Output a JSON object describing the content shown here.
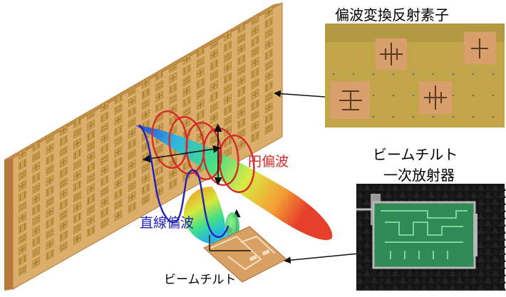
{
  "labels": {
    "reflector_element": "偏波変換反射素子",
    "primary_radiator_line1": "ビームチルト",
    "primary_radiator_line2": "一次放射器",
    "circular_polarization": "円偏波",
    "linear_polarization": "直線偏波",
    "beam_tilt": "ビームチルト"
  },
  "colors": {
    "panel": "#d9a866",
    "panel_cell": "#caa04e",
    "red_label": "#d42a2a",
    "blue_label": "#2222bb",
    "photo_reflector_bg": "#c2a548",
    "photo_antenna_bg": "#141414",
    "pcb_green": "#2f8a55"
  }
}
